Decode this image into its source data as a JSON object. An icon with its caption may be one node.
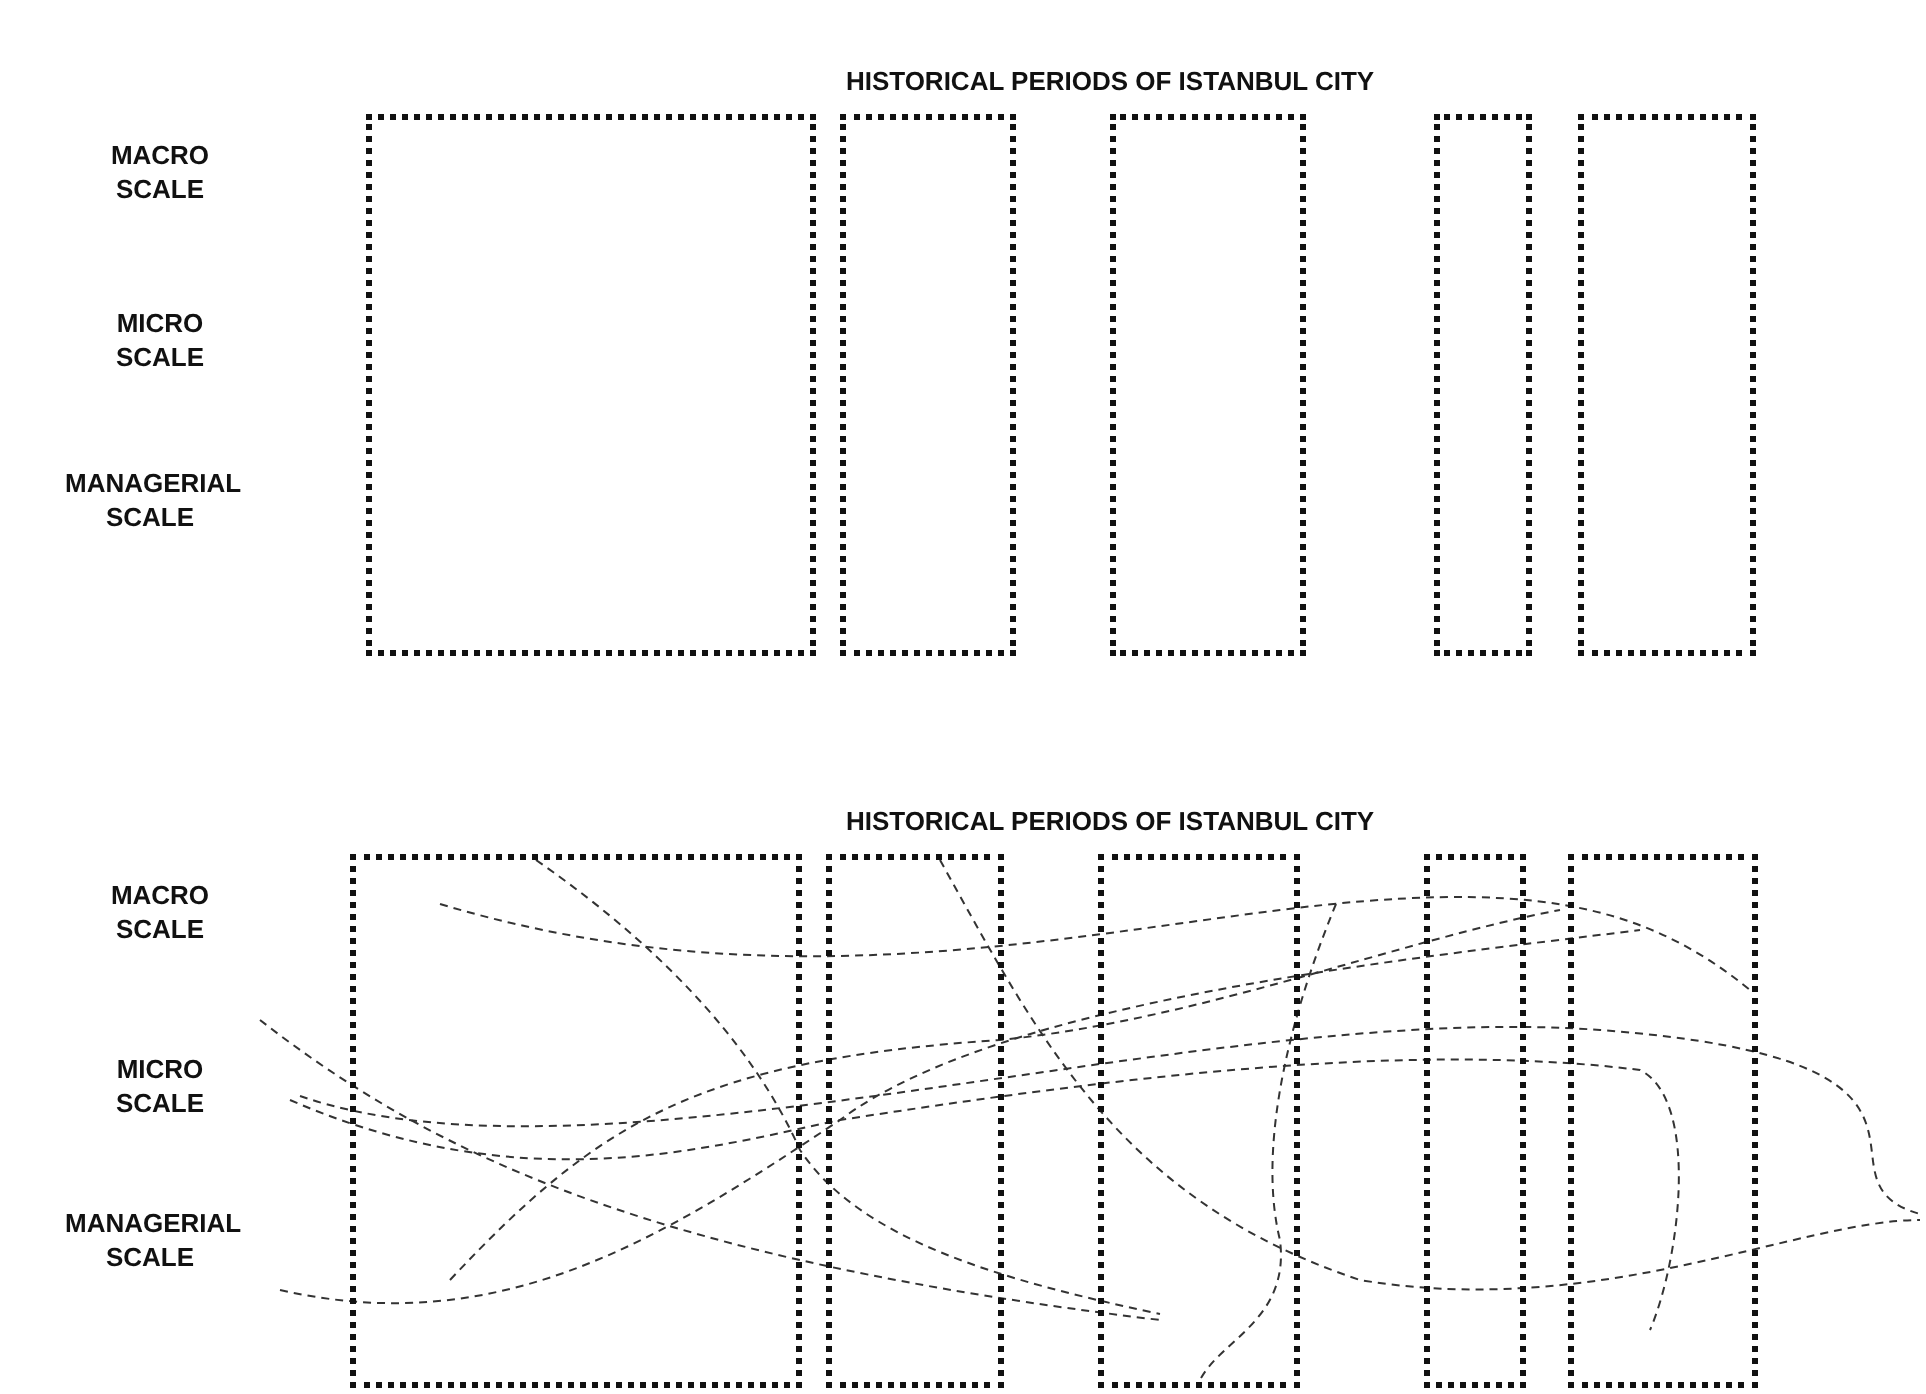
{
  "diagram": {
    "nodes": [
      {
        "text": [],
        "shape": "box"
      },
      {
        "text": [],
        "shape": "box"
      },
      {
        "text": [],
        "shape": "box"
      },
      {
        "text": [],
        "shape": "box"
      },
      {
        "text": [],
        "shape": "box"
      },
      {
        "text": [],
        "shape": "box"
      },
      {
        "text": [],
        "shape": "box"
      },
      {
        "text": [],
        "shape": "box"
      },
      {
        "text": [],
        "shape": "box"
      },
      {
        "text": [],
        "shape": "box"
      }
    ],
    "edges": [],
    "labels": [
      "HISTORICAL PERIODS OF ISTANBUL CITY",
      "MACRO SCALE",
      "MICRO SCALE",
      "MANAGERIAL SCALE",
      "HISTORICAL PERIODS OF ISTANBUL CITY",
      "MACRO SCALE",
      "MICRO SCALE",
      "MANAGERIAL SCALE"
    ]
  }
}
